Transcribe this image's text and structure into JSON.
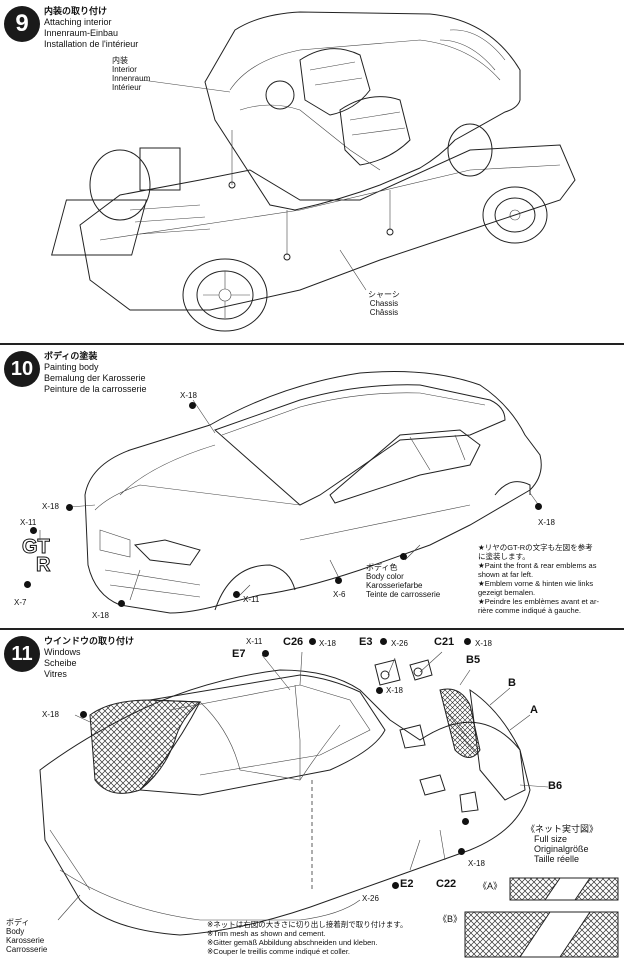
{
  "step9": {
    "number": "9",
    "title_jp": "内装の取り付け",
    "title_en": "Attaching interior",
    "title_de": "Innenraum-Einbau",
    "title_fr": "Installation de l'intérieur",
    "interior_jp": "内装",
    "interior_en": "Interior",
    "interior_de": "Innenraum",
    "interior_fr": "Intérieur",
    "chassis_jp": "シャーシ",
    "chassis_en": "Chassis",
    "chassis_fr": "Châssis"
  },
  "step10": {
    "number": "10",
    "title_jp": "ボディの塗装",
    "title_en": "Painting body",
    "title_de": "Bemalung der Karosserie",
    "title_fr": "Peinture de la carrosserie",
    "marks": [
      "X-18",
      "X-18",
      "X-11",
      "X-7",
      "X-18",
      "X-6",
      "X-11",
      "X-18"
    ],
    "body_color_jp": "ボディ色",
    "body_color_en": "Body color",
    "body_color_de": "Karosseriefarbe",
    "body_color_fr": "Teinte de carrosserie",
    "emblem_note": [
      "★リヤのGT-Rの文字も左図を参考",
      "に塗装します。",
      "★Paint the front & rear emblems as",
      "shown at far left.",
      "★Emblem vorne & hinten wie links",
      "gezeigt bemalen.",
      "★Peindre les emblèmes avant et ar-",
      "rière comme indiqué à gauche."
    ]
  },
  "step11": {
    "number": "11",
    "title_jp": "ウインドウの取り付け",
    "title_en": "Windows",
    "title_de": "Scheibe",
    "title_fr": "Vitres",
    "parts": {
      "E7": "E7",
      "C26": "C26",
      "E3": "E3",
      "C21": "C21",
      "B5": "B5",
      "B": "B",
      "A": "A",
      "B6": "B6",
      "E2": "E2",
      "C22": "C22"
    },
    "marks": {
      "x11": "X-11",
      "x18a": "X-18",
      "x26a": "X-26",
      "x18b": "X-18",
      "x18c": "X-18",
      "x18d": "X-18",
      "x18e": "X-18",
      "x26b": "X-26"
    },
    "fullsize_jp": "《ネット実寸図》",
    "fullsize_en": "Full size",
    "fullsize_de": "Originalgröße",
    "fullsize_fr": "Taille réelle",
    "mesh_a": "《A》",
    "mesh_b": "《B》",
    "body_jp": "ボディ",
    "body_en": "Body",
    "body_de": "Karosserie",
    "body_fr": "Carrosserie",
    "mesh_note": [
      "※ネットは右図の大きさに切り出し接着剤で取り付けます。",
      "※Trim mesh as shown and cement.",
      "※Gitter gemäß Abbildung abschneiden und kleben.",
      "※Couper le treillis comme indiqué et coller."
    ]
  }
}
